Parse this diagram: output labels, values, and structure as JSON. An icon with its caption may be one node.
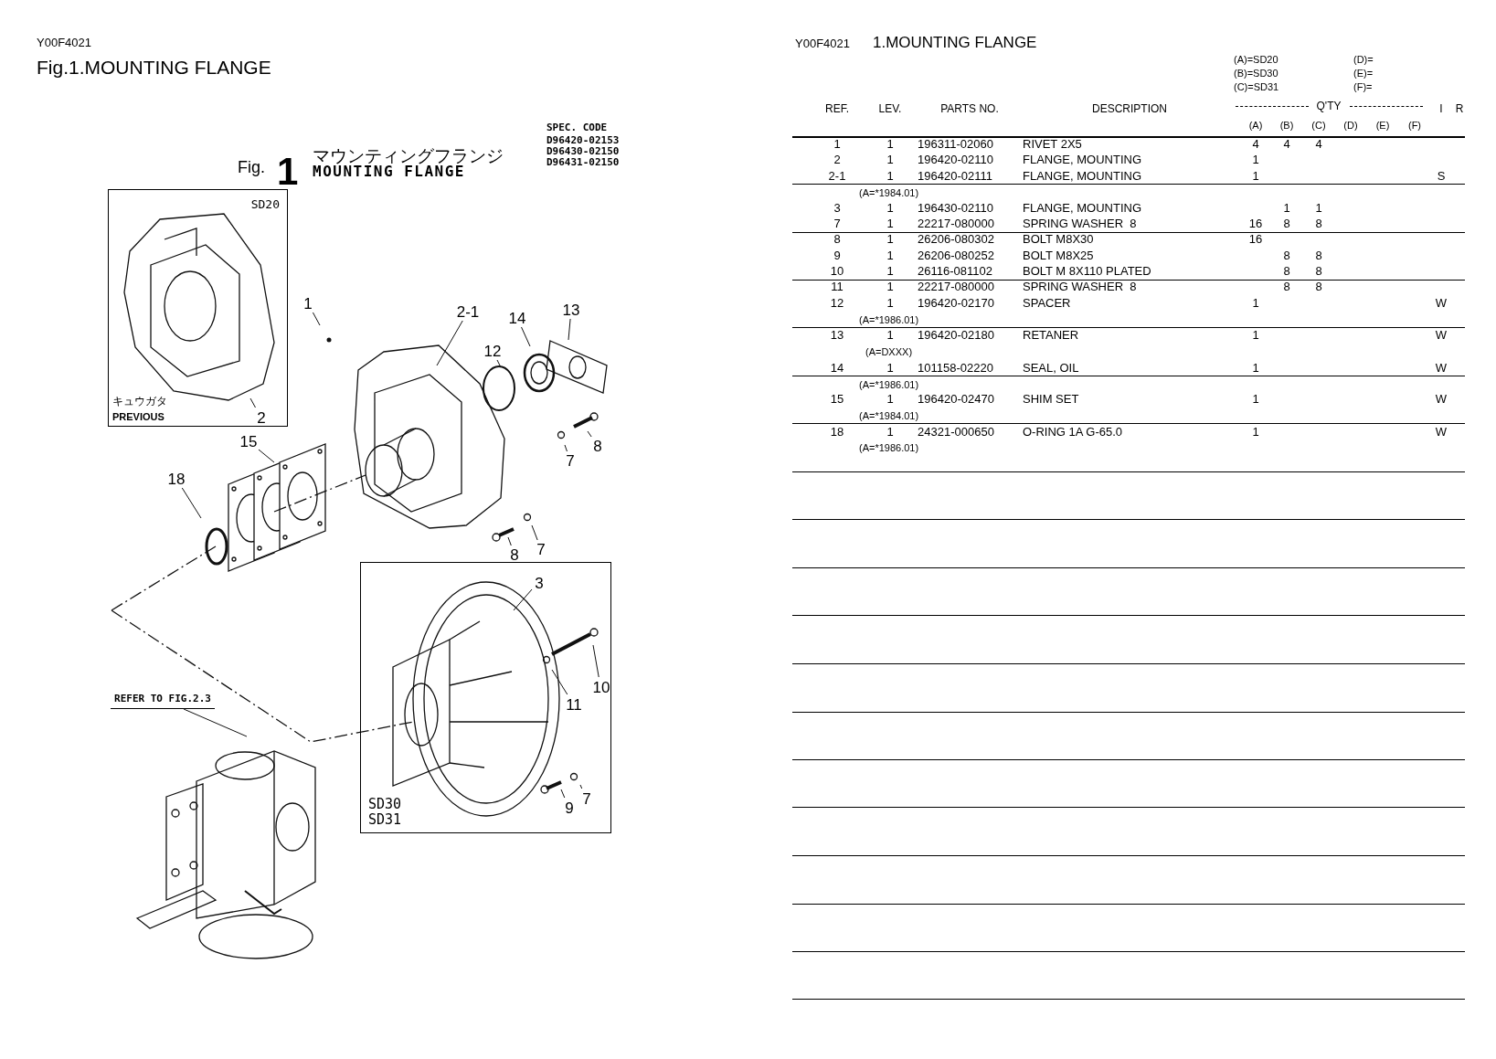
{
  "diagram": {
    "title": "Fig.1.MOUNTING FLANGE",
    "nodes": [
      {
        "text": [
          "SD20",
          "キュウガタ",
          "PREVIOUS"
        ]
      },
      {
        "text": [
          "2"
        ],
        "in": 0
      },
      {
        "text": [
          "1"
        ]
      },
      {
        "text": [
          "2-1"
        ]
      },
      {
        "text": [
          "13"
        ]
      },
      {
        "text": [
          "14"
        ]
      },
      {
        "text": [
          "12"
        ]
      },
      {
        "text": [
          "8"
        ]
      },
      {
        "text": [
          "7"
        ]
      },
      {
        "text": [
          "15"
        ]
      },
      {
        "text": [
          "18"
        ]
      },
      {
        "text": [
          "7"
        ]
      },
      {
        "text": [
          "8"
        ]
      },
      {
        "text": [
          "SD30 SD31"
        ]
      },
      {
        "text": [
          "3"
        ],
        "in": 13
      },
      {
        "text": [
          "10"
        ],
        "in": 13
      },
      {
        "text": [
          "11"
        ],
        "in": 13
      },
      {
        "text": [
          "9"
        ],
        "in": 13
      },
      {
        "text": [
          "7"
        ],
        "in": 13
      },
      {
        "text": [
          "REFER TO FIG.2.3"
        ]
      }
    ],
    "edges": [
      {
        "from": 1,
        "to": null,
        "arrow": "none"
      },
      {
        "from": 2,
        "to": null,
        "arrow": "none"
      },
      {
        "from": 3,
        "to": null,
        "arrow": "none"
      },
      {
        "from": 4,
        "to": null,
        "arrow": "none"
      },
      {
        "from": 5,
        "to": null,
        "arrow": "none"
      },
      {
        "from": 6,
        "to": null,
        "arrow": "none"
      },
      {
        "from": 7,
        "to": null,
        "arrow": "none"
      },
      {
        "from": 8,
        "to": null,
        "arrow": "none"
      },
      {
        "from": 9,
        "to": null,
        "arrow": "none"
      },
      {
        "from": 10,
        "to": null,
        "arrow": "none"
      },
      {
        "from": 11,
        "to": null,
        "arrow": "none"
      },
      {
        "from": 12,
        "to": null,
        "arrow": "none"
      },
      {
        "from": 14,
        "to": null,
        "arrow": "none"
      },
      {
        "from": 15,
        "to": null,
        "arrow": "none"
      },
      {
        "from": 16,
        "to": null,
        "arrow": "none"
      },
      {
        "from": 17,
        "to": null,
        "arrow": "none"
      },
      {
        "from": 18,
        "to": null,
        "arrow": "none"
      },
      {
        "from": 19,
        "to": null,
        "arrow": "none"
      }
    ],
    "labels": [
      "Y00F4021",
      "Fig.",
      "1",
      "マウンティングフランジ",
      "MOUNTING FLANGE",
      "SPEC. CODE",
      "D96420-02153",
      "D96430-02150",
      "D96431-02150",
      "Y00F4021",
      "1.MOUNTING FLANGE",
      "(A)=SD20",
      "(D)=",
      "(B)=SD30",
      "(E)=",
      "(C)=SD31",
      "(F)=",
      "REF.",
      "LEV.",
      "PARTS NO.",
      "DESCRIPTION",
      "Q'TY",
      "I",
      "R",
      "(A)",
      "(B)",
      "(C)",
      "(D)",
      "(E)",
      "(F)",
      "1",
      "1",
      "196311-02060",
      "RIVET 2X5",
      "4",
      "4",
      "4",
      "2",
      "1",
      "196420-02110",
      "FLANGE, MOUNTING",
      "1",
      "2-1",
      "1",
      "196420-02111",
      "FLANGE, MOUNTING",
      "1",
      "S",
      "(A=*1984.01)",
      "3",
      "1",
      "196430-02110",
      "FLANGE, MOUNTING",
      "1",
      "1",
      "7",
      "1",
      "22217-080000",
      "SPRING WASHER  8",
      "16",
      "8",
      "8",
      "8",
      "1",
      "26206-080302",
      "BOLT M8X30",
      "16",
      "9",
      "1",
      "26206-080252",
      "BOLT M8X25",
      "8",
      "8",
      "10",
      "1",
      "26116-081102",
      "BOLT M 8X110 PLATED",
      "8",
      "8",
      "11",
      "1",
      "22217-080000",
      "SPRING WASHER  8",
      "8",
      "8",
      "12",
      "1",
      "196420-02170",
      "SPACER",
      "1",
      "W",
      "(A=*1986.01)",
      "13",
      "1",
      "196420-02180",
      "RETANER",
      "1",
      "W",
      "(A=DXXX)",
      "14",
      "1",
      "101158-02220",
      "SEAL, OIL",
      "1",
      "W",
      "(A=*1986.01)",
      "15",
      "1",
      "196420-02470",
      "SHIM SET",
      "1",
      "W",
      "(A=*1984.01)",
      "18",
      "1",
      "24321-000650",
      "O-RING 1A G-65.0",
      "1",
      "W",
      "(A=*1986.01)"
    ]
  }
}
